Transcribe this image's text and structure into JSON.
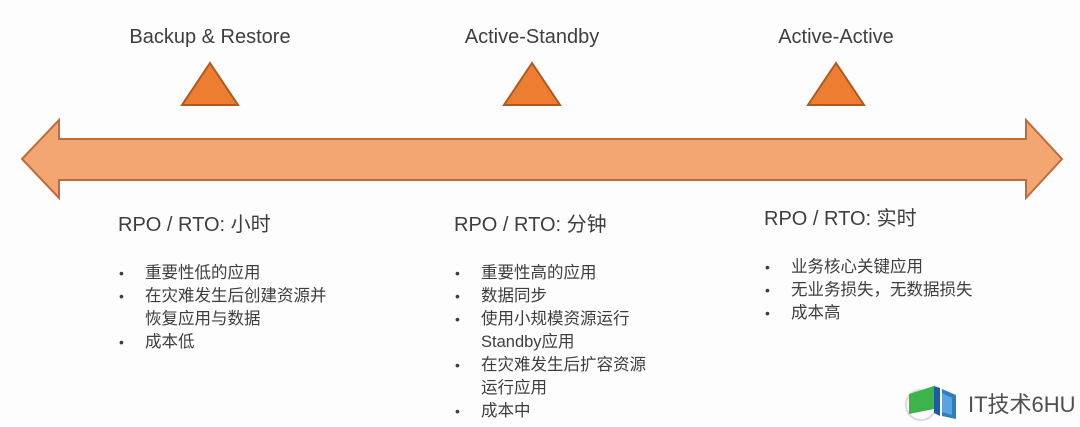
{
  "stages": [
    {
      "label": "Backup & Restore",
      "rpo_heading": "RPO / RTO: 小时",
      "bullets": [
        "重要性低的应用",
        "在灾难发生后创建资源并\n恢复应用与数据",
        "成本低"
      ]
    },
    {
      "label": "Active-Standby",
      "rpo_heading": "RPO / RTO: 分钟",
      "bullets": [
        "重要性高的应用",
        "数据同步",
        "使用小规模资源运行\nStandby应用",
        "在灾难发生后扩容资源\n运行应用",
        "成本中"
      ]
    },
    {
      "label": "Active-Active",
      "rpo_heading": "RPO / RTO: 实时",
      "bullets": [
        "业务核心关键应用",
        "无业务损失，无数据损失",
        "成本高"
      ]
    }
  ],
  "timeline": {
    "arrow_icon": "double-headed-horizontal-arrow",
    "marker_icon": "triangle-up-icon"
  },
  "watermark": {
    "icon": "open-book-logo-icon",
    "text": "IT技术6HU"
  },
  "colors": {
    "arrow_fill": "#F2A672",
    "arrow_border": "#BE6C3B",
    "marker_fill": "#ED7D31",
    "marker_border": "#B0591E",
    "text": "#3E3E3E",
    "watermark_text": "#4F4F4F",
    "logo_green": "#3CB44A",
    "logo_blue_dark": "#1A5DA6",
    "logo_blue": "#2E7FC2"
  }
}
